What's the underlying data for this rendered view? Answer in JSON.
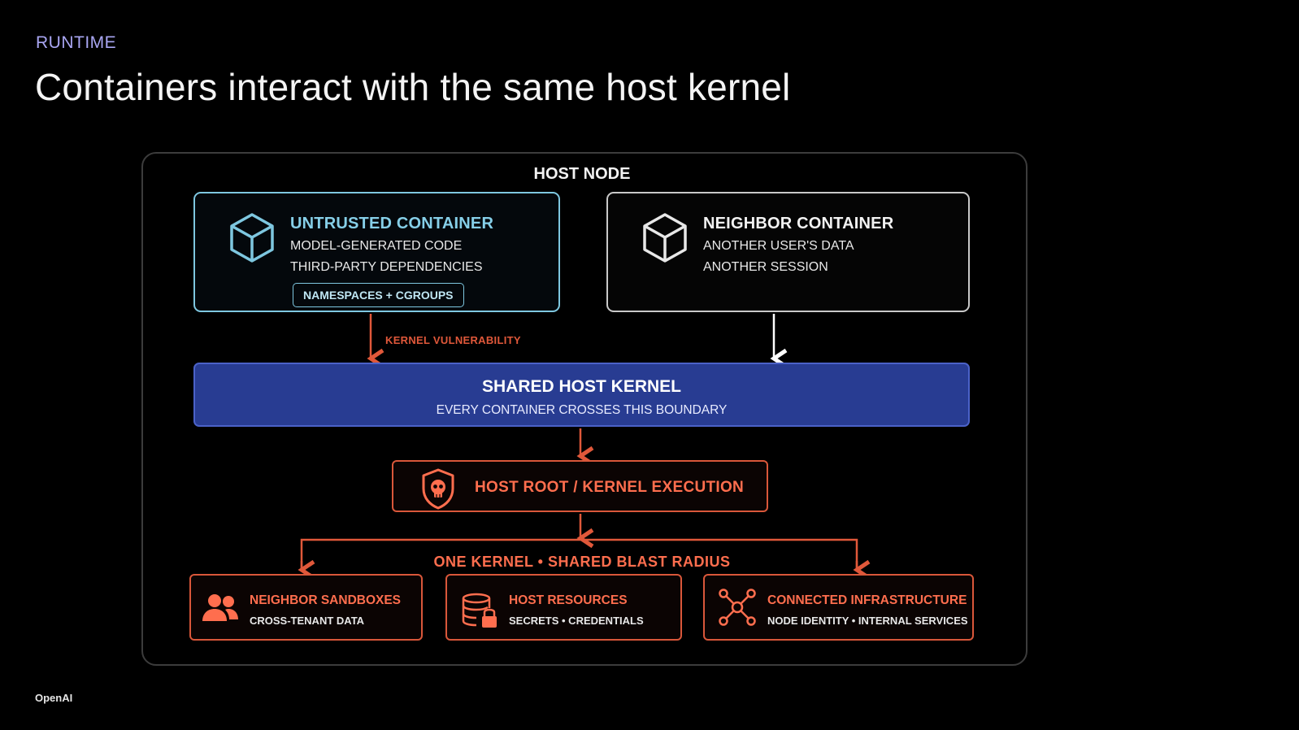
{
  "slide": {
    "eyebrow": "RUNTIME",
    "title": "Containers interact with the same host kernel",
    "footer": "OpenAI"
  },
  "diagram": {
    "host_label": "HOST NODE",
    "untrusted": {
      "title": "UNTRUSTED CONTAINER",
      "lines": [
        "MODEL-GENERATED CODE",
        "THIRD-PARTY DEPENDENCIES"
      ],
      "badge": "NAMESPACES + CGROUPS",
      "icon": "cube-icon",
      "accent": "#7ec7e0"
    },
    "neighbor": {
      "title": "NEIGHBOR CONTAINER",
      "lines": [
        "ANOTHER USER'S DATA",
        "ANOTHER SESSION"
      ],
      "icon": "cube-icon"
    },
    "vulnerability_label": "KERNEL VULNERABILITY",
    "kernel": {
      "title": "SHARED HOST KERNEL",
      "subtitle": "EVERY CONTAINER CROSSES THIS BOUNDARY",
      "color": "#283c92"
    },
    "root": {
      "label": "HOST ROOT / KERNEL EXECUTION",
      "icon": "skull-shield-icon",
      "color": "#ff6e4e"
    },
    "blast_label": "ONE KERNEL • SHARED BLAST RADIUS",
    "impacts": [
      {
        "title": "NEIGHBOR SANDBOXES",
        "subtitle": "CROSS-TENANT DATA",
        "icon": "users-icon"
      },
      {
        "title": "HOST RESOURCES",
        "subtitle": "SECRETS • CREDENTIALS",
        "icon": "locked-database-icon"
      },
      {
        "title": "CONNECTED INFRASTRUCTURE",
        "subtitle": "NODE IDENTITY • INTERNAL SERVICES",
        "icon": "network-icon"
      }
    ]
  }
}
